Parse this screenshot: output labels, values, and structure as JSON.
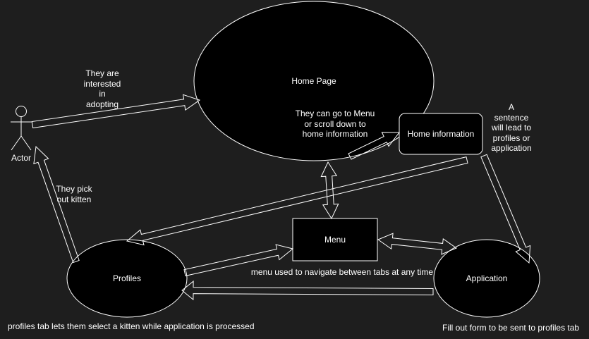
{
  "colors": {
    "background": "#1e1e1e",
    "shape_fill": "#000000",
    "stroke": "#ffffff",
    "text": "#ffffff"
  },
  "diagram": {
    "nodes": {
      "actor": {
        "label": "Actor",
        "shape": "stick-figure"
      },
      "home_page": {
        "label": "Home Page",
        "shape": "ellipse"
      },
      "home_information": {
        "label": "Home information",
        "shape": "rounded-rectangle"
      },
      "menu": {
        "label": "Menu",
        "shape": "rectangle"
      },
      "profiles": {
        "label": "Profiles",
        "shape": "ellipse"
      },
      "application": {
        "label": "Application",
        "shape": "ellipse"
      }
    },
    "edges": [
      {
        "from": "actor",
        "to": "home_page",
        "label": "They are\ninterested\nin\nadopting",
        "style": "block-arrow"
      },
      {
        "from": "home_page",
        "to": "home_information",
        "label": "They can go to Menu\nor scroll down to\nhome information",
        "style": "block-arrow"
      },
      {
        "from": "home_information",
        "to": "application",
        "label": "A\nsentence\nwill lead to\nprofiles or\napplication",
        "style": "block-arrow"
      },
      {
        "from": "home_information",
        "to": "profiles",
        "label": "",
        "style": "block-arrow"
      },
      {
        "from": "home_page",
        "to": "menu",
        "label": "",
        "style": "double-block-arrow"
      },
      {
        "from": "profiles",
        "to": "menu",
        "label": "menu used to navigate between tabs at any time",
        "style": "block-arrow"
      },
      {
        "from": "menu",
        "to": "application",
        "label": "",
        "style": "double-block-arrow"
      },
      {
        "from": "application",
        "to": "profiles",
        "label": "",
        "style": "block-arrow"
      },
      {
        "from": "profiles",
        "to": "actor",
        "label": "They pick\nout kitten",
        "style": "block-arrow"
      }
    ],
    "notes": {
      "profiles_note": "profiles tab lets them select a kitten while application is processed",
      "application_note": "Fill out form to be sent to profiles tab"
    }
  }
}
